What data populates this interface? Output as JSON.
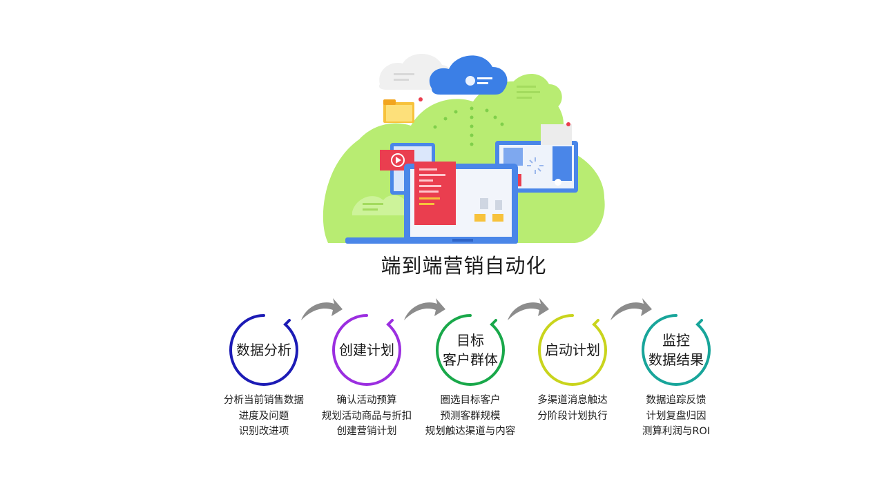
{
  "title": "端到端营销自动化",
  "steps": [
    {
      "title_lines": [
        "数据分析"
      ],
      "desc_lines": [
        "分析当前销售数据",
        "进度及问题",
        "识别改进项"
      ],
      "ring_color": "#1c1bb5"
    },
    {
      "title_lines": [
        "创建计划"
      ],
      "desc_lines": [
        "确认活动预算",
        "规划活动商品与折扣",
        "创建营销计划"
      ],
      "ring_color": "#9b2ee0"
    },
    {
      "title_lines": [
        "目标",
        "客户群体"
      ],
      "desc_lines": [
        "圈选目标客户",
        "预测客群规模",
        "规划触达渠道与内容"
      ],
      "ring_color": "#19a84a"
    },
    {
      "title_lines": [
        "启动计划"
      ],
      "desc_lines": [
        "多渠道消息触达",
        "分阶段计划执行"
      ],
      "ring_color": "#c9d41c"
    },
    {
      "title_lines": [
        "监控",
        "数据结果"
      ],
      "desc_lines": [
        "数据追踪反馈",
        "计划复盘归因",
        "测算利润与ROI"
      ],
      "ring_color": "#18a59a"
    }
  ],
  "colors": {
    "arrow": "#8c8c8c",
    "cloud_green": "#b8ec72",
    "cloud_blue": "#3b7fe6",
    "laptop_blue": "#4a86e8",
    "doc_red": "#ea3e4f",
    "folder_yellow": "#f7c23c"
  },
  "icons": [
    "cloud-icon",
    "folder-icon",
    "video-play-icon",
    "laptop-icon",
    "document-icon",
    "loading-spinner-icon",
    "curved-arrow-icon"
  ]
}
